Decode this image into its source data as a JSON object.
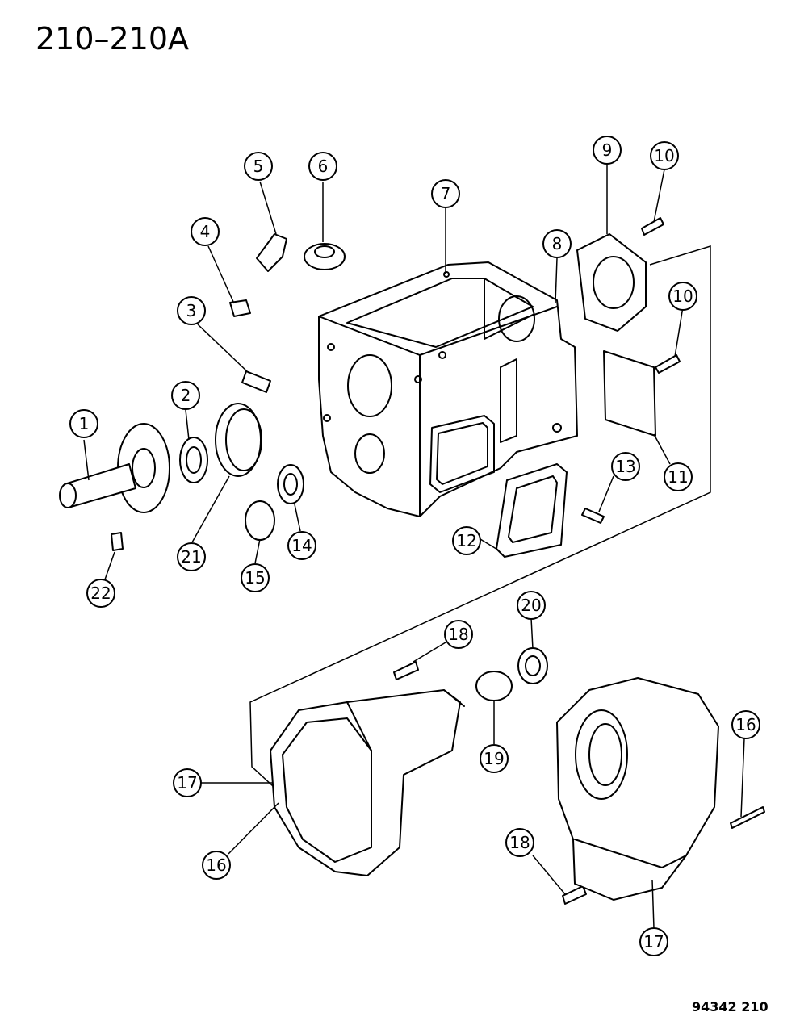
{
  "header": {
    "page_code": "210–210A"
  },
  "footer": {
    "drawing_code": "94342 210"
  },
  "callouts": [
    {
      "label": "1"
    },
    {
      "label": "2"
    },
    {
      "label": "3"
    },
    {
      "label": "4"
    },
    {
      "label": "5"
    },
    {
      "label": "6"
    },
    {
      "label": "7"
    },
    {
      "label": "8"
    },
    {
      "label": "9"
    },
    {
      "label": "10"
    },
    {
      "label": "10"
    },
    {
      "label": "11"
    },
    {
      "label": "12"
    },
    {
      "label": "13"
    },
    {
      "label": "14"
    },
    {
      "label": "15"
    },
    {
      "label": "16"
    },
    {
      "label": "16"
    },
    {
      "label": "17"
    },
    {
      "label": "17"
    },
    {
      "label": "18"
    },
    {
      "label": "18"
    },
    {
      "label": "19"
    },
    {
      "label": "20"
    },
    {
      "label": "21"
    },
    {
      "label": "22"
    }
  ]
}
